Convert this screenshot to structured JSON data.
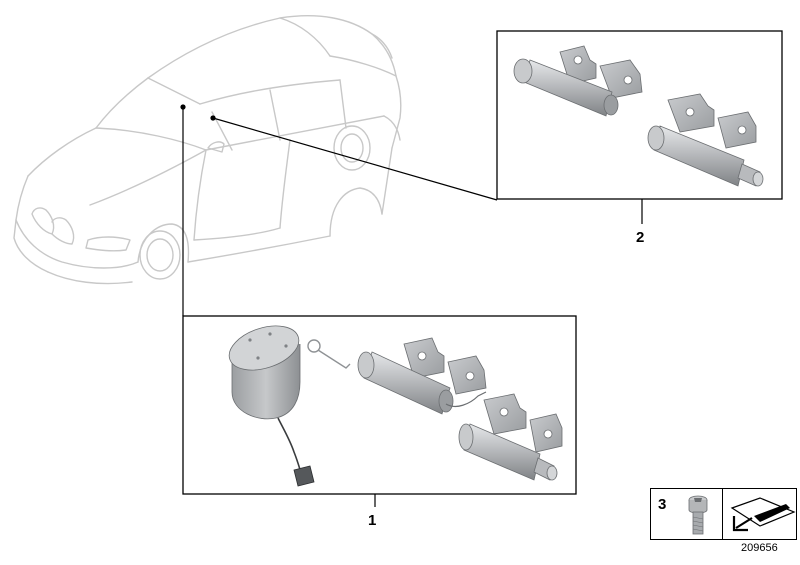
{
  "callouts": {
    "part_1": "1",
    "part_2": "2",
    "part_3": "3"
  },
  "diagram_id": "209656",
  "colors": {
    "car_outline": "#c8c8c8",
    "line": "#000000",
    "part_gray": "#b4b6b8",
    "part_light": "#d9dbdd",
    "part_dark": "#7f8285"
  }
}
